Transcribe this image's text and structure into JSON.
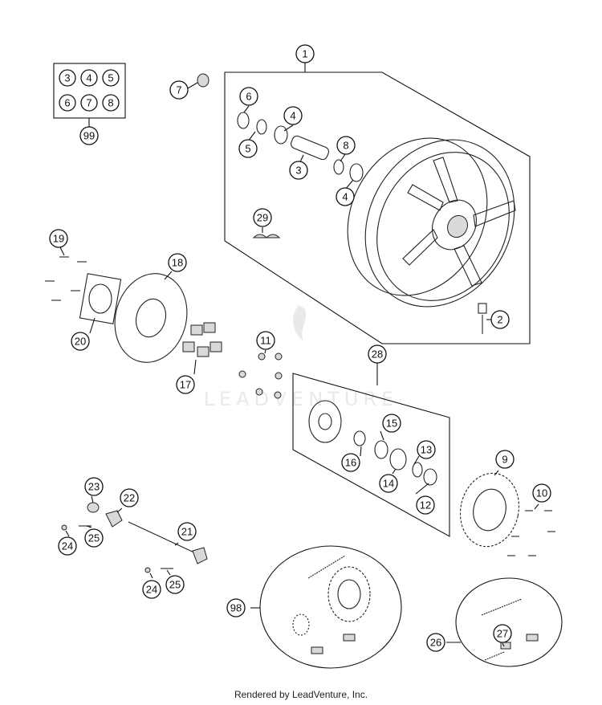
{
  "footer": "Rendered by LeadVenture, Inc.",
  "watermark": "LEADVENTURE",
  "callouts": [
    "1",
    "2",
    "3",
    "4",
    "4",
    "5",
    "6",
    "7",
    "8",
    "29",
    "99",
    "19",
    "18",
    "20",
    "17",
    "11",
    "28",
    "15",
    "16",
    "13",
    "14",
    "12",
    "9",
    "10",
    "23",
    "22",
    "21",
    "24",
    "25",
    "24",
    "25",
    "98",
    "26",
    "27"
  ],
  "kit_99": [
    "3",
    "4",
    "5",
    "6",
    "7",
    "8"
  ]
}
